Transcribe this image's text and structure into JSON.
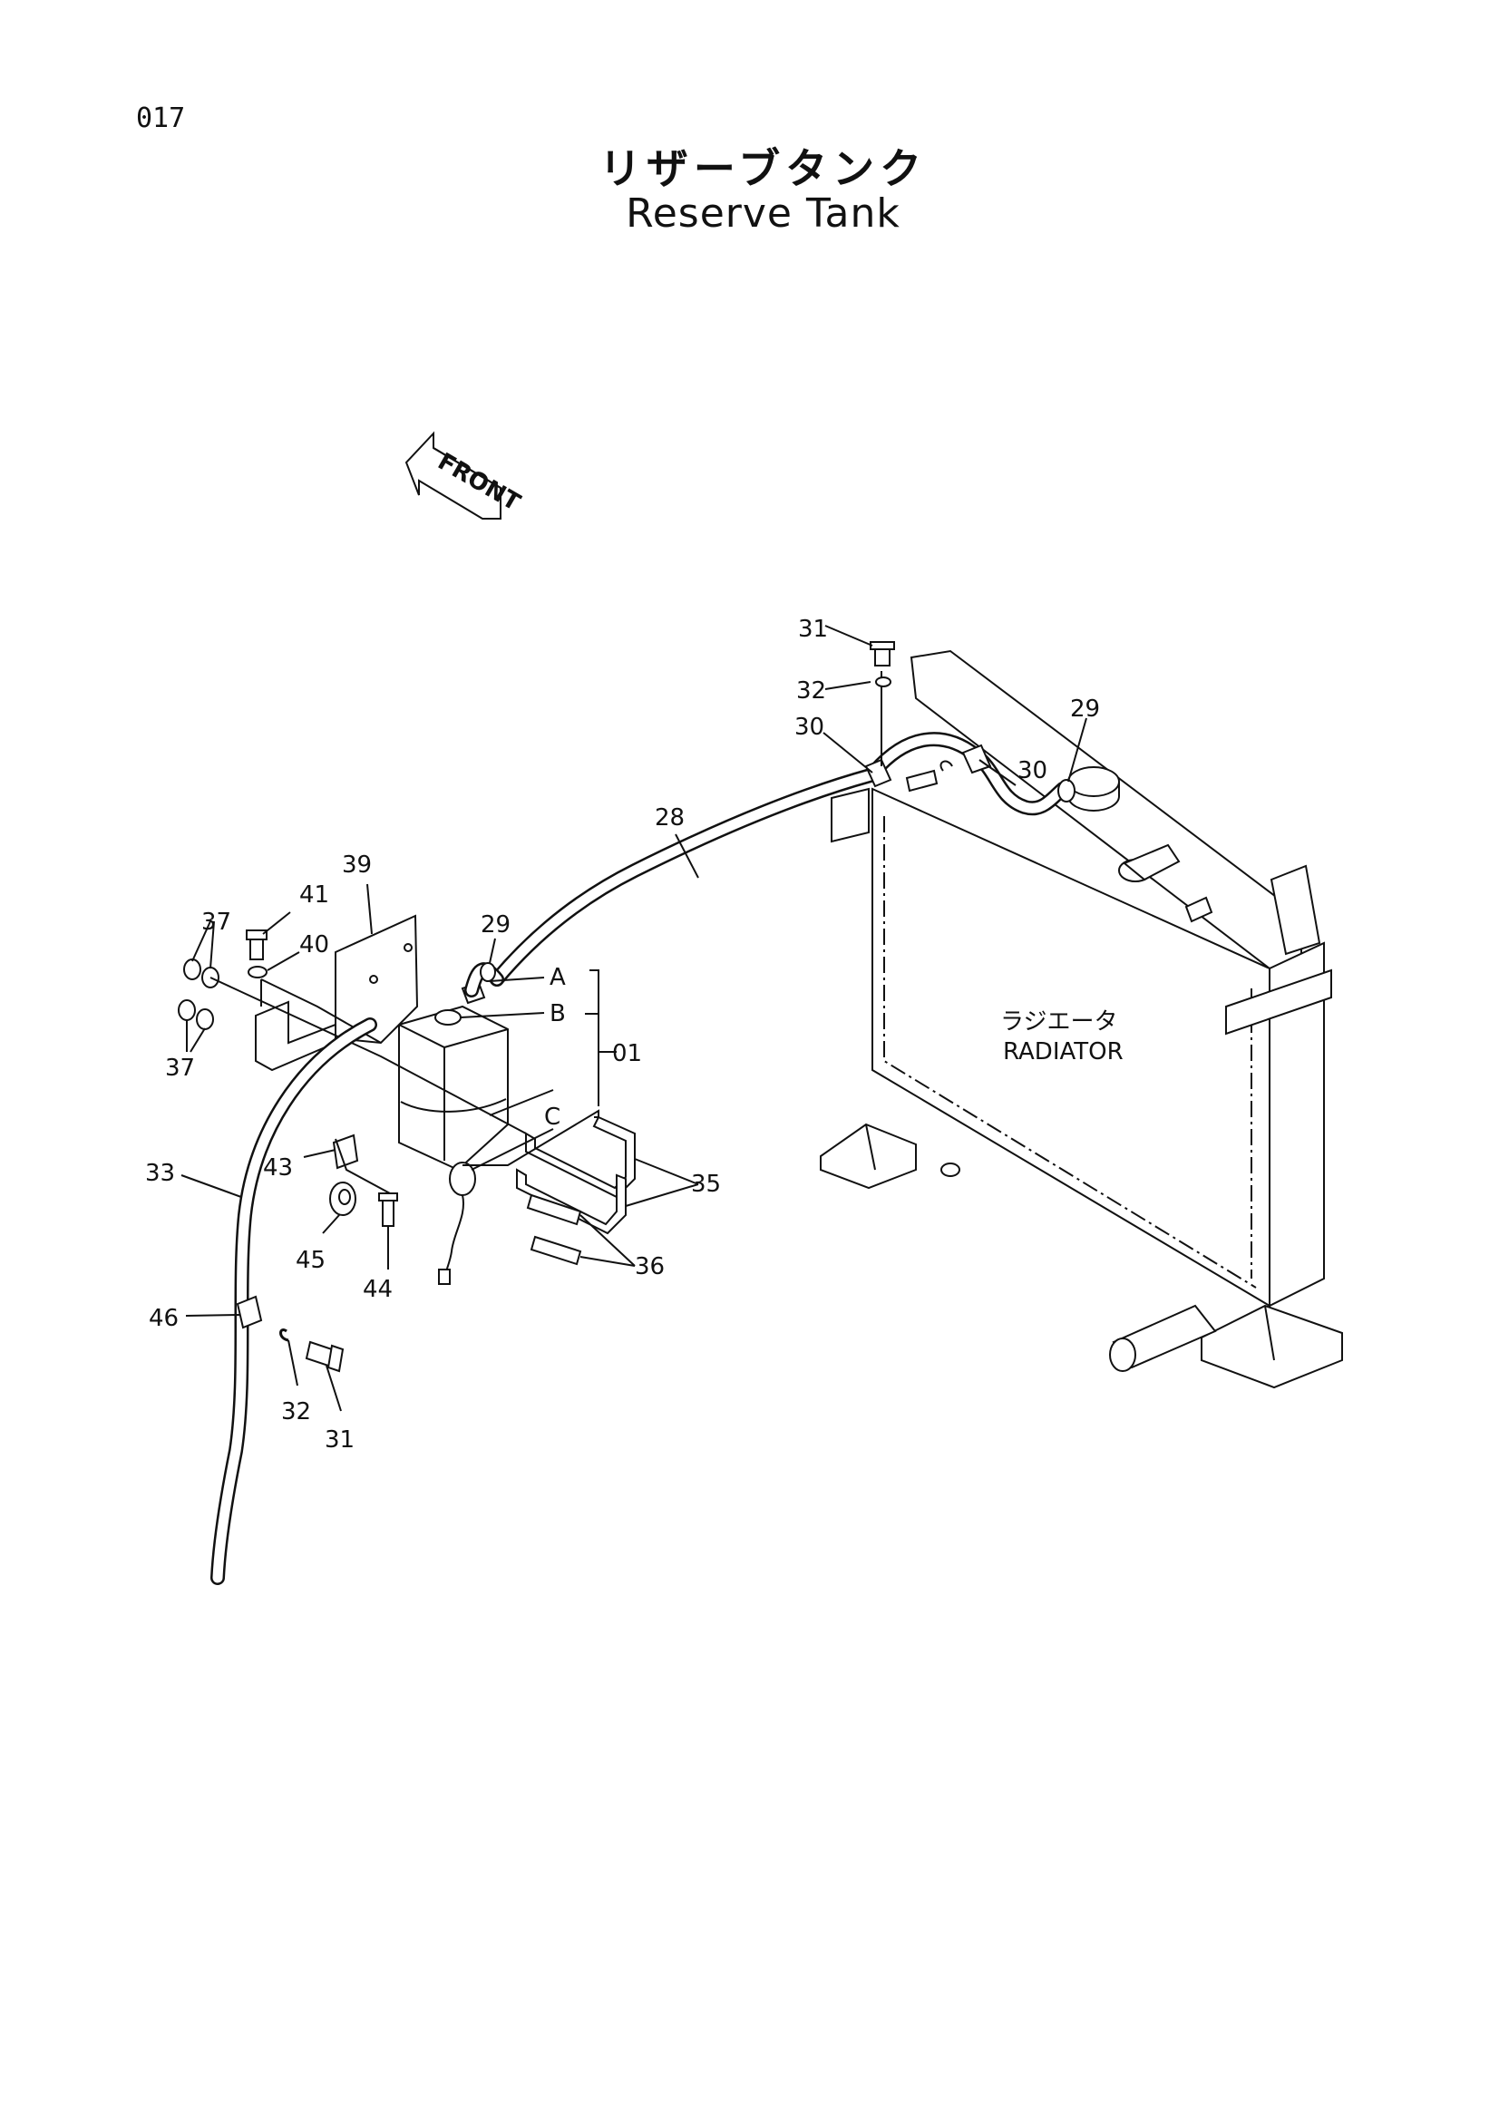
{
  "page_number": "017",
  "title_jp": "リザーブタンク",
  "title_en": "Reserve Tank",
  "front_label": "FRONT",
  "radiator_label_jp": "ラジエータ",
  "radiator_label_en": "RADIATOR",
  "callouts": {
    "c31_top": "31",
    "c32_top": "32",
    "c30_left": "30",
    "c30_right": "30",
    "c29_right": "29",
    "c28": "28",
    "c39": "39",
    "c41": "41",
    "c40": "40",
    "c37_top": "37",
    "c37_bottom": "37",
    "c29_left": "29",
    "cA": "A",
    "cB": "B",
    "c01": "01",
    "cC": "C",
    "c35": "35",
    "c36": "36",
    "c33": "33",
    "c43": "43",
    "c45": "45",
    "c44": "44",
    "c46": "46",
    "c32_bottom": "32",
    "c31_bottom": "31"
  }
}
